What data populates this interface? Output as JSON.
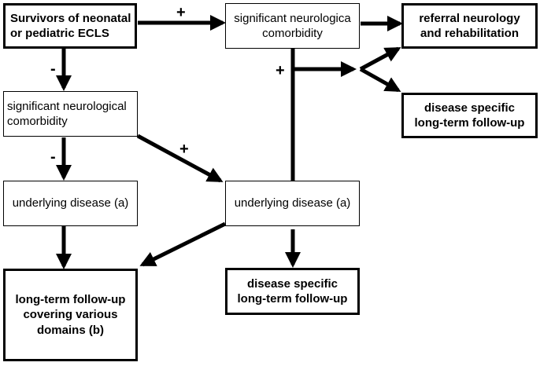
{
  "boxes": {
    "survivors": "Survivors of neonatal\nor pediatric ECLS",
    "neuro_top": "significant neurologica\ncomorbidity",
    "referral": "referral neurology\nand rehabilitation",
    "disease_specific_right": "disease specific\nlong-term follow-up",
    "neuro_left": "significant neurological\ncomorbidity",
    "underlying_left": "underlying disease (a)",
    "underlying_center": "underlying disease (a)",
    "long_term": "long-term follow-up\ncovering various\ndomains (b)",
    "disease_specific_bottom": "disease specific\nlong-term follow-up"
  },
  "signs": {
    "plus_top": "+",
    "minus_left_top": "-",
    "plus_mid": "+",
    "minus_left_mid": "-",
    "plus_center": "+"
  }
}
